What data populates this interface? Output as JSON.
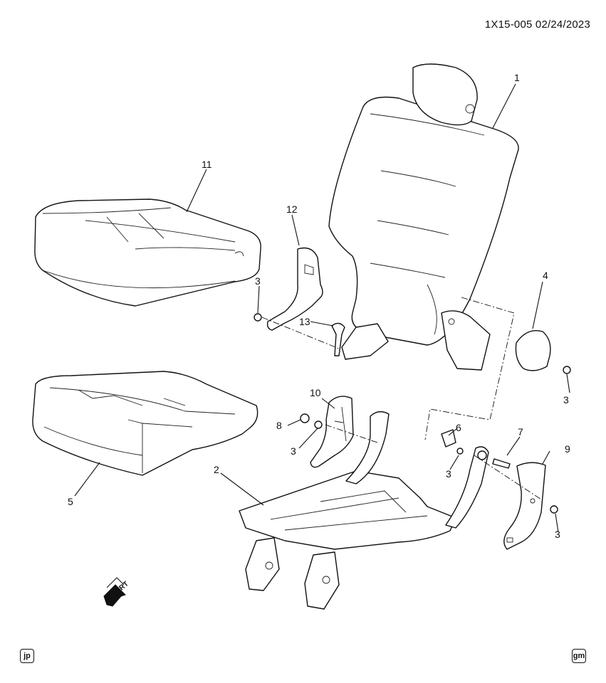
{
  "header": {
    "diagram_id": "1X15-005  02/24/2023"
  },
  "callouts": [
    "1",
    "2",
    "3",
    "3",
    "3",
    "3",
    "3",
    "4",
    "5",
    "6",
    "7",
    "8",
    "9",
    "10",
    "11",
    "12",
    "13"
  ],
  "frt_label": "FRT",
  "corner_badges": {
    "left": "jp",
    "right": "gm"
  }
}
